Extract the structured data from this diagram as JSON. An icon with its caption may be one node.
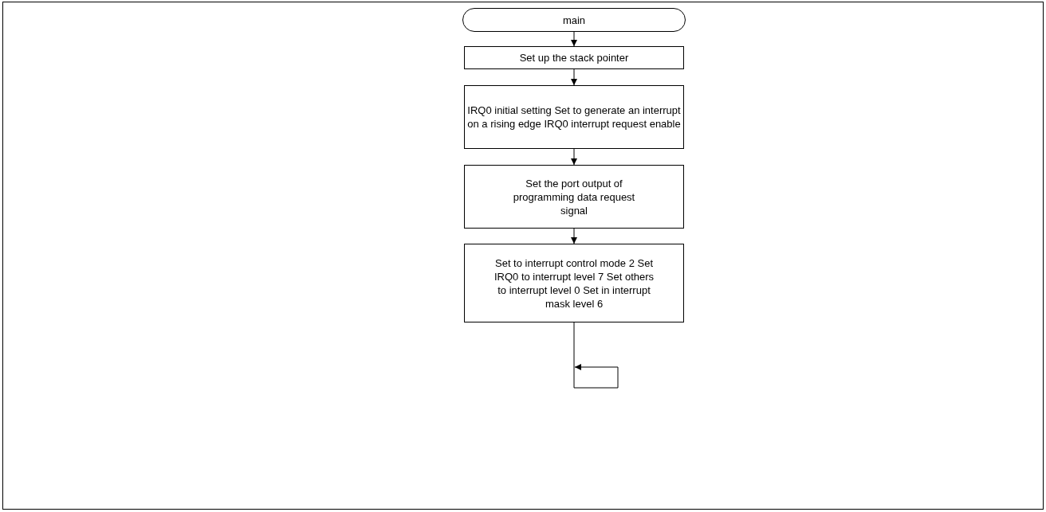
{
  "diagram": {
    "nodes": [
      {
        "text": [
          "main"
        ]
      },
      {
        "text": [
          "Set up the stack pointer"
        ]
      },
      {
        "text": [
          "IRQ0 initial setting Set to generate an interrupt on a rising edge IRQ0 interrupt request enable"
        ]
      },
      {
        "text": [
          "Set the port output of programming data request signal"
        ]
      },
      {
        "text": [
          "Set to interrupt control mode 2 Set IRQ0 to interrupt level 7 Set others to interrupt level 0 Set in interrupt mask level 6"
        ]
      }
    ],
    "edges": [
      {
        "from": 0,
        "to": 1,
        "arrow": "to"
      },
      {
        "from": 1,
        "to": 2,
        "arrow": "to"
      },
      {
        "from": 2,
        "to": 3,
        "arrow": "to"
      },
      {
        "from": 3,
        "to": 4,
        "arrow": "to"
      },
      {
        "from": 4,
        "to": null,
        "arrow": "to"
      }
    ]
  }
}
